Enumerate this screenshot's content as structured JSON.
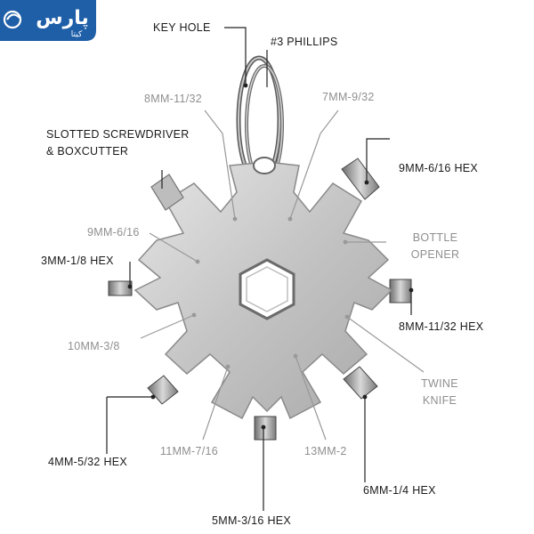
{
  "logo": {
    "main": "پارس",
    "sub": "کیتا"
  },
  "labels": {
    "key_hole": "KEY HOLE",
    "phillips": "#3 PHILLIPS",
    "mm8_11_32": "8MM-11/32",
    "mm7_9_32": "7MM-9/32",
    "slotted_line1": "SLOTTED SCREWDRIVER",
    "slotted_line2": "& BOXCUTTER",
    "hex_9mm": "9MM-6/16 HEX",
    "mm9_6_16": "9MM-6/16",
    "bottle_line1": "BOTTLE",
    "bottle_line2": "OPENER",
    "hex_3mm": "3MM-1/8 HEX",
    "hex_8mm": "8MM-11/32 HEX",
    "mm10_3_8": "10MM-3/8",
    "twine_line1": "TWINE",
    "twine_line2": "KNIFE",
    "hex_4mm": "4MM-5/32 HEX",
    "mm11_7_16": "11MM-7/16",
    "mm13_2": "13MM-2",
    "hex_6mm": "6MM-1/4 HEX",
    "hex_5mm": "5MM-3/16 HEX"
  },
  "colors": {
    "dark_text": "#1a1a1a",
    "gray_text": "#8f8f8f",
    "logo_blue": "#1f5fa8",
    "steel": "#c9c9c9"
  }
}
